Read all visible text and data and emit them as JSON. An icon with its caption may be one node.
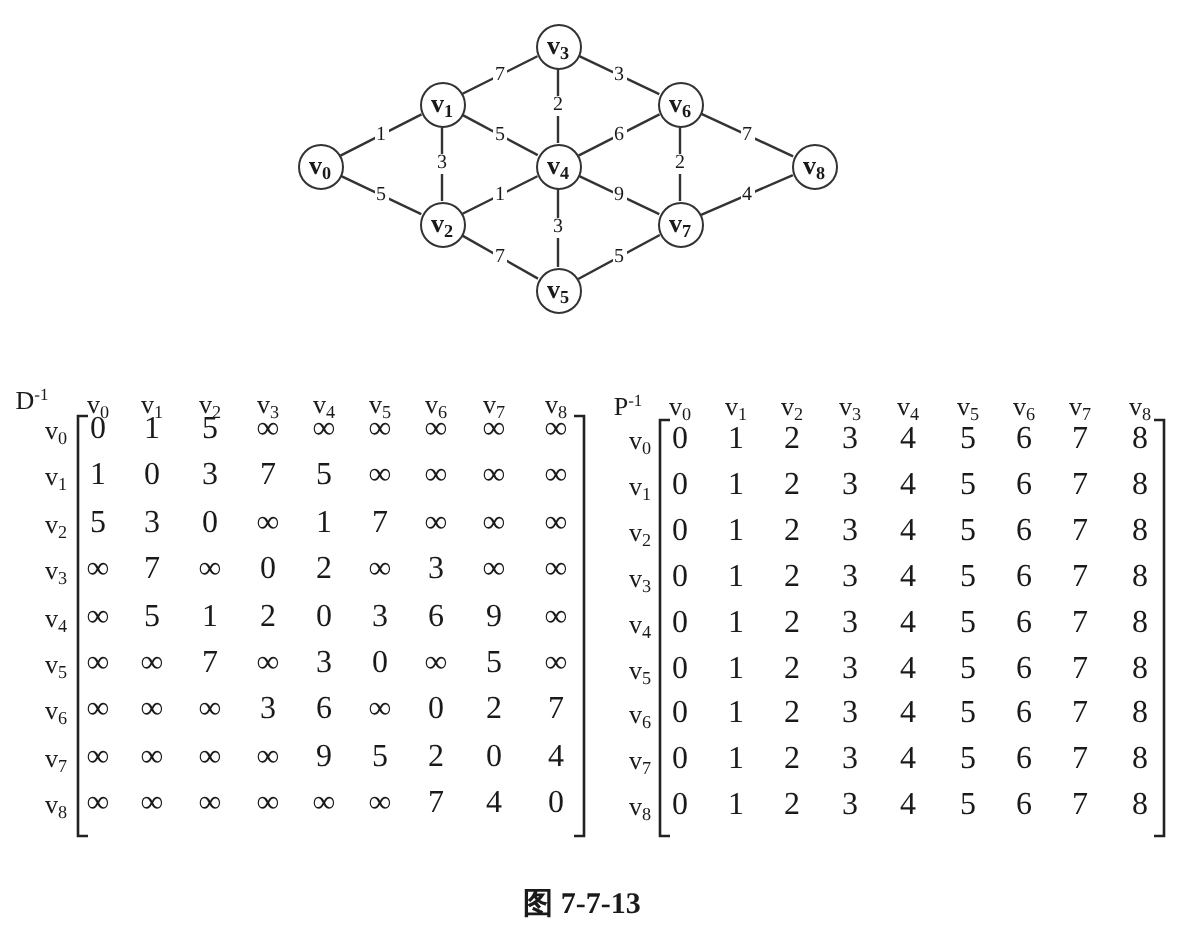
{
  "diagram": {
    "caption": "图 7-7-13",
    "nodes": [
      {
        "text": [
          "v$_{0}$"
        ]
      },
      {
        "text": [
          "v$_{1}$"
        ]
      },
      {
        "text": [
          "v$_{2}$"
        ]
      },
      {
        "text": [
          "v$_{3}$"
        ]
      },
      {
        "text": [
          "v$_{4}$"
        ]
      },
      {
        "text": [
          "v$_{5}$"
        ]
      },
      {
        "text": [
          "v$_{6}$"
        ]
      },
      {
        "text": [
          "v$_{7}$"
        ]
      },
      {
        "text": [
          "v$_{8}$"
        ]
      }
    ],
    "edges": [
      {
        "from": 0,
        "to": 1,
        "arrow": "none",
        "label": "1"
      },
      {
        "from": 0,
        "to": 2,
        "arrow": "none",
        "label": "5"
      },
      {
        "from": 1,
        "to": 2,
        "arrow": "none",
        "label": "3"
      },
      {
        "from": 1,
        "to": 3,
        "arrow": "none",
        "label": "7"
      },
      {
        "from": 1,
        "to": 4,
        "arrow": "none",
        "label": "5"
      },
      {
        "from": 2,
        "to": 4,
        "arrow": "none",
        "label": "1"
      },
      {
        "from": 2,
        "to": 5,
        "arrow": "none",
        "label": "7"
      },
      {
        "from": 3,
        "to": 4,
        "arrow": "none",
        "label": "2"
      },
      {
        "from": 3,
        "to": 6,
        "arrow": "none",
        "label": "3"
      },
      {
        "from": 4,
        "to": 5,
        "arrow": "none",
        "label": "3"
      },
      {
        "from": 4,
        "to": 6,
        "arrow": "none",
        "label": "6"
      },
      {
        "from": 4,
        "to": 7,
        "arrow": "none",
        "label": "9"
      },
      {
        "from": 5,
        "to": 7,
        "arrow": "none",
        "label": "5"
      },
      {
        "from": 6,
        "to": 7,
        "arrow": "none",
        "label": "2"
      },
      {
        "from": 6,
        "to": 8,
        "arrow": "none",
        "label": "7"
      },
      {
        "from": 7,
        "to": 8,
        "arrow": "none",
        "label": "4"
      }
    ],
    "labels": [
      "D$^{-1}$",
      "v$_{0}$",
      "v$_{1}$",
      "v$_{2}$",
      "v$_{3}$",
      "v$_{4}$",
      "v$_{5}$",
      "v$_{6}$",
      "v$_{7}$",
      "v$_{8}$",
      "v$_{0}$",
      "0",
      "1",
      "5",
      "∞",
      "∞",
      "∞",
      "∞",
      "∞",
      "∞",
      "v$_{1}$",
      "1",
      "0",
      "3",
      "7",
      "5",
      "∞",
      "∞",
      "∞",
      "∞",
      "v$_{2}$",
      "5",
      "3",
      "0",
      "∞",
      "1",
      "7",
      "∞",
      "∞",
      "∞",
      "v$_{3}$",
      "∞",
      "7",
      "∞",
      "0",
      "2",
      "∞",
      "3",
      "∞",
      "∞",
      "v$_{4}$",
      "∞",
      "5",
      "1",
      "2",
      "0",
      "3",
      "6",
      "9",
      "∞",
      "v$_{5}$",
      "∞",
      "∞",
      "7",
      "∞",
      "3",
      "0",
      "∞",
      "5",
      "∞",
      "v$_{6}$",
      "∞",
      "∞",
      "∞",
      "3",
      "6",
      "∞",
      "0",
      "2",
      "7",
      "v$_{7}$",
      "∞",
      "∞",
      "∞",
      "∞",
      "9",
      "5",
      "2",
      "0",
      "4",
      "v$_{8}$",
      "∞",
      "∞",
      "∞",
      "∞",
      "∞",
      "∞",
      "7",
      "4",
      "0",
      "P$^{-1}$",
      "v$_{0}$",
      "v$_{1}$",
      "v$_{2}$",
      "v$_{3}$",
      "v$_{4}$",
      "v$_{5}$",
      "v$_{6}$",
      "v$_{7}$",
      "v$_{8}$",
      "v$_{0}$",
      "0",
      "1",
      "2",
      "3",
      "4",
      "5",
      "6",
      "7",
      "8",
      "v$_{1}$",
      "0",
      "1",
      "2",
      "3",
      "4",
      "5",
      "6",
      "7",
      "8",
      "v$_{2}$",
      "0",
      "1",
      "2",
      "3",
      "4",
      "5",
      "6",
      "7",
      "8",
      "v$_{3}$",
      "0",
      "1",
      "2",
      "3",
      "4",
      "5",
      "6",
      "7",
      "8",
      "v$_{4}$",
      "0",
      "1",
      "2",
      "3",
      "4",
      "5",
      "6",
      "7",
      "8",
      "v$_{5}$",
      "0",
      "1",
      "2",
      "3",
      "4",
      "5",
      "6",
      "7",
      "8",
      "v$_{6}$",
      "0",
      "1",
      "2",
      "3",
      "4",
      "5",
      "6",
      "7",
      "8",
      "v$_{7}$",
      "0",
      "1",
      "2",
      "3",
      "4",
      "5",
      "6",
      "7",
      "8",
      "v$_{8}$",
      "0",
      "1",
      "2",
      "3",
      "4",
      "5",
      "6",
      "7",
      "8"
    ]
  }
}
